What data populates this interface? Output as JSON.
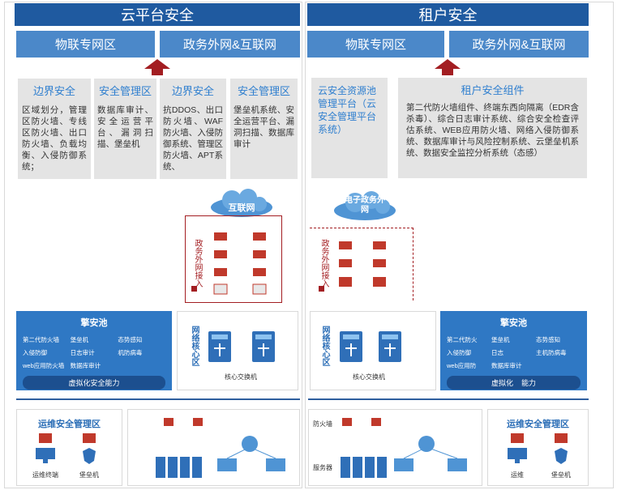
{
  "left": {
    "title": "云平台安全",
    "tabs": [
      "物联专网区",
      "政务外网&互联网"
    ],
    "boxes": [
      {
        "title": "边界安全",
        "body": "区域划分，管理区防火墙、专线区防火墙、出口防火墙、负载均衡、入侵防御系统；"
      },
      {
        "title": "安全管理区",
        "body": "数据库审计、安全运营平台、漏洞扫描、堡垒机"
      },
      {
        "title": "边界安全",
        "body": "抗DDOS、出口防火墙、WAF防火墙、入侵防御系统、管理区防火墙、APT系统、"
      },
      {
        "title": "安全管理区",
        "body": "堡垒机系统、安全运营平台、漏洞扫描、数据库审计"
      }
    ],
    "cloud": "互联网",
    "access_label": "政务外网接入",
    "pool": {
      "title": "擎安池",
      "items": [
        "第二代防火墙",
        "堡垒机",
        "态势感知",
        "入侵防御",
        "日志审计",
        "机防病毒",
        "web应用防火墙",
        "数据库审计"
      ],
      "footer": "虚拟化安全能力"
    },
    "core_label": "网络核心区",
    "core_switch": "核心交换机",
    "ops": {
      "title": "运维安全管理区",
      "items": [
        "运维终端",
        "堡垒机"
      ]
    }
  },
  "right": {
    "title": "租户安全",
    "tabs": [
      "物联专网区",
      "政务外网&互联网"
    ],
    "pool_box": {
      "title": "云安全资源池管理平台（云安全管理平台系统）"
    },
    "component_box": {
      "title": "租户安全组件",
      "body": "第二代防火墙组件、终端东西向隔离（EDR含杀毒）、综合日志审计系统、综合安全检查评估系统、WEB应用防火墙、网络入侵防御系统、数据库审计与风险控制系统、云堡垒机系统、数据安全监控分析系统（态感）"
    },
    "cloud": "电子政务外网",
    "access_label": "政务外网接入",
    "core_label": "网络核心区",
    "core_switch": "核心交换机",
    "pool": {
      "title": "擎安池",
      "items": [
        "第二代防火",
        "堡垒机",
        "态势感知",
        "入侵防御",
        "日志",
        "主机防病毒",
        "web应用防",
        "数据库审计"
      ],
      "footer": "虚拟化    能力"
    },
    "bottom": {
      "firewall": "防火墙",
      "server": "服务器"
    },
    "ops": {
      "title": "运维安全管理区",
      "items": [
        "运维",
        "堡垒机"
      ]
    }
  },
  "colors": {
    "band": "#1f5aa0",
    "tab": "#4b88c9",
    "arrow": "#a31e22",
    "pool": "#2f78c4"
  },
  "icons": [
    "cloud-icon",
    "firewall-icon",
    "server-icon",
    "switch-icon",
    "monitor-icon",
    "shield-icon"
  ]
}
